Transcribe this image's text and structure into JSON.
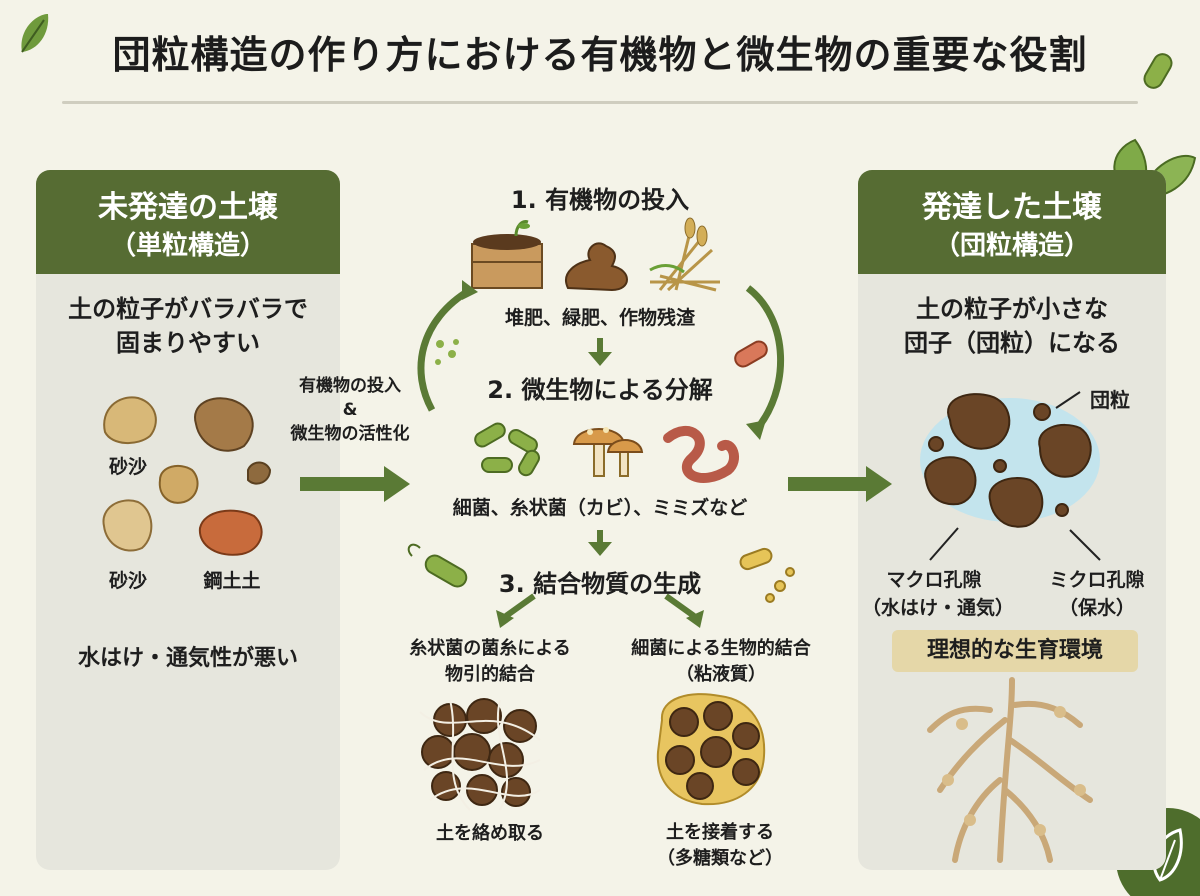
{
  "title": "団粒構造の作り方における有機物と微生物の重要な役割",
  "left_panel": {
    "heading": "未発達の土壌",
    "subheading": "（単粒構造）",
    "description_line1": "土の粒子がバラバラで",
    "description_line2": "固まりやすい",
    "particle_labels": [
      "砂沙",
      "砂沙",
      "鋼土土"
    ],
    "problem": "水はけ・通気性が悪い"
  },
  "left_arrow_label": {
    "line1": "有機物の投入",
    "line2": "&",
    "line3": "微生物の活性化"
  },
  "steps": {
    "step1": {
      "title": "1. 有機物の投入",
      "caption": "堆肥、緑肥、作物残渣"
    },
    "step2": {
      "title": "2. 微生物による分解",
      "caption": "細菌、糸状菌（カビ）、ミミズなど"
    },
    "step3": {
      "title": "3. 結合物質の生成",
      "branch_left": {
        "title_line1": "糸状菌の菌糸による",
        "title_line2": "物引的結合",
        "caption": "土を絡め取る"
      },
      "branch_right": {
        "title_line1": "細菌による生物的結合",
        "title_line2": "（粘液質）",
        "caption_line1": "土を接着する",
        "caption_line2": "（多糖類など）"
      }
    }
  },
  "right_panel": {
    "heading": "発達した土壌",
    "subheading": "（団粒構造）",
    "description_line1": "土の粒子が小さな",
    "description_line2": "団子（団粒）になる",
    "aggregate_label": "団粒",
    "macro_label": "マクロ孔隙",
    "macro_sub": "（水はけ・通気）",
    "micro_label": "ミクロ孔隙",
    "micro_sub": "（保水）",
    "ideal": "理想的な生育環境"
  },
  "colors": {
    "panel_header": "#566c33",
    "arrow_green": "#5a7a35",
    "panel_bg": "#e6e6dd",
    "page_bg": "#f4f3e8",
    "ideal_bg": "#e5d7a8"
  }
}
